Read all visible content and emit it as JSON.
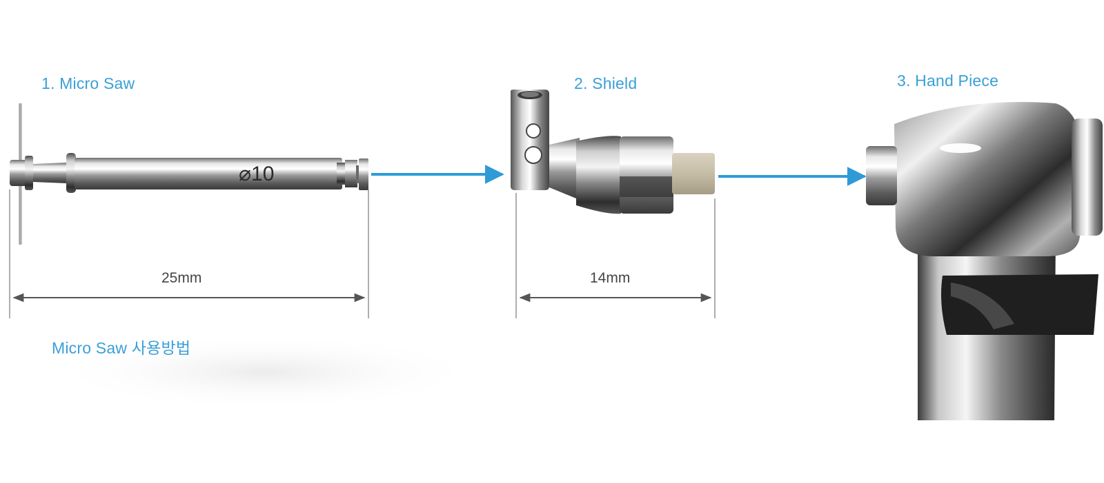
{
  "colors": {
    "accent": "#3a9fd8",
    "dimension_text": "#444444",
    "dimension_line": "#555555",
    "arrow": "#2e9bd6"
  },
  "components": [
    {
      "label": "1. Micro Saw"
    },
    {
      "label": "2. Shield"
    },
    {
      "label": "3. Hand Piece"
    }
  ],
  "dimensions": {
    "saw_length": "25mm",
    "shield_length": "14mm",
    "saw_diameter_marking": "⌀10"
  },
  "usage_link": "Micro Saw 사용방법"
}
